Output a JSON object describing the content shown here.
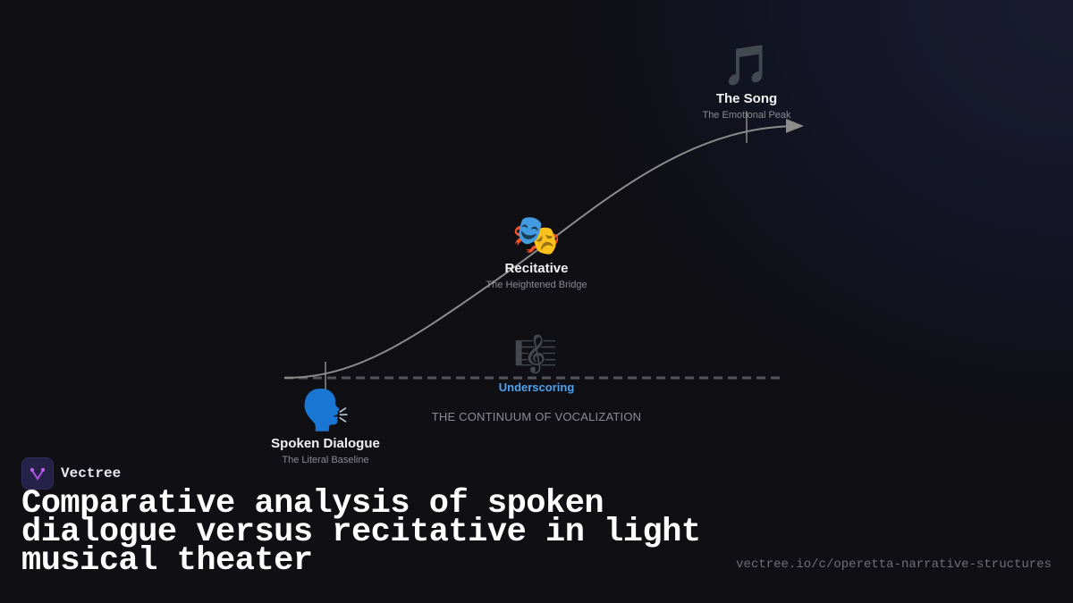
{
  "diagram": {
    "caption": "THE CONTINUUM OF VOCALIZATION",
    "nodes": [
      {
        "id": "spoken",
        "title": "Spoken Dialogue",
        "subtitle": "The Literal Baseline",
        "icon": "speaking-head-icon",
        "glyph": "🗣️"
      },
      {
        "id": "recitative",
        "title": "Recitative",
        "subtitle": "The Heightened Bridge",
        "icon": "performing-arts-masks-icon",
        "glyph": "🎭"
      },
      {
        "id": "song",
        "title": "The Song",
        "subtitle": "The Emotional Peak",
        "icon": "music-note-icon",
        "glyph": "🎵"
      }
    ],
    "underscoring": {
      "label": "Underscoring",
      "icon": "musical-score-icon",
      "glyph": "🎼"
    },
    "colors": {
      "curve": "#8c8c8c",
      "baseline": "#55555c",
      "underscoring": "#4da3f0"
    }
  },
  "brand": {
    "name": "Vectree"
  },
  "headline": "Comparative analysis of spoken dialogue versus recitative in light musical theater",
  "url": "vectree.io/c/operetta-narrative-structures"
}
